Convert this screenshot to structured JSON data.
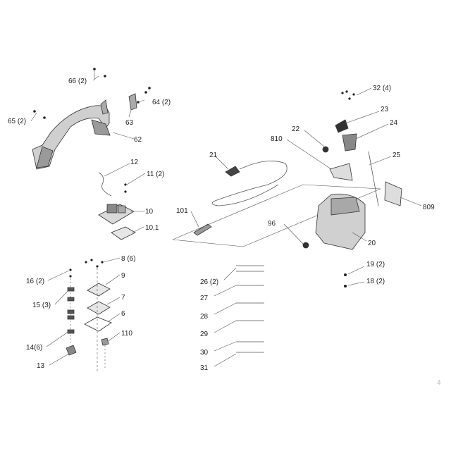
{
  "labels": {
    "p66": "66 (2)",
    "p64": "64 (2)",
    "p65": "65 (2)",
    "p63": "63",
    "p62": "62",
    "p12": "12",
    "p11": "11 (2)",
    "p10": "10",
    "p101b": "10,1",
    "p8": "8 (6)",
    "p9": "9",
    "p7": "7",
    "p6": "6",
    "p110": "110",
    "p16": "16 (2)",
    "p15": "15 (3)",
    "p14": "14(6)",
    "p13": "13",
    "p32": "32 (4)",
    "p23": "23",
    "p24": "24",
    "p22": "22",
    "p810": "810",
    "p21": "21",
    "p25": "25",
    "p809": "809",
    "p101": "101",
    "p96": "96",
    "p20": "20",
    "p19": "19 (2)",
    "p18": "18 (2)",
    "p26": "26 (2)",
    "p27": "27",
    "p28": "28",
    "p29": "29",
    "p30": "30",
    "p31": "31",
    "page_number": "4"
  }
}
